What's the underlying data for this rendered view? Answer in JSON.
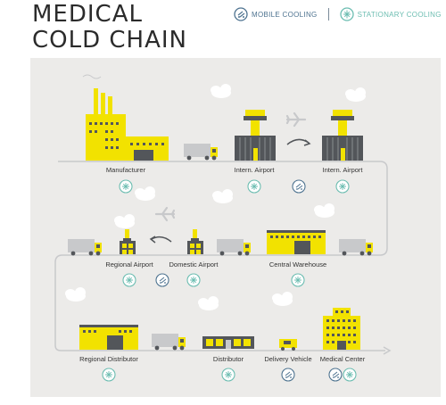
{
  "title": {
    "line1": "MEDICAL",
    "line2": "COLD CHAIN"
  },
  "legend": {
    "mobile": {
      "label": "MOBILE COOLING",
      "icon": "mobile-cooling-icon"
    },
    "stationary": {
      "label": "STATIONARY COOLING",
      "icon": "stationary-cooling-icon"
    }
  },
  "colors": {
    "mobile": "#4e7390",
    "stationary": "#6cbdb1",
    "yellow": "#f2e200",
    "dark": "#53565a",
    "light_grey": "#c8c9cb",
    "panel": "#ecebe9",
    "path": "#c8c9cb"
  },
  "stations": [
    {
      "label": "Manufacturer",
      "cooling": [
        "stationary"
      ]
    },
    {
      "label": "Intern. Airport",
      "cooling": [
        "stationary"
      ]
    },
    {
      "label": "Intern. Airport",
      "cooling": [
        "stationary"
      ]
    },
    {
      "label": "Regional Airport",
      "cooling": [
        "stationary"
      ]
    },
    {
      "label": "Domestic Airport",
      "cooling": [
        "stationary"
      ]
    },
    {
      "label": "Central Warehouse",
      "cooling": [
        "stationary"
      ]
    },
    {
      "label": "Regional Distributor",
      "cooling": [
        "stationary"
      ]
    },
    {
      "label": "Distributor",
      "cooling": [
        "stationary"
      ]
    },
    {
      "label": "Delivery Vehicle",
      "cooling": [
        "mobile"
      ]
    },
    {
      "label": "Medical Center",
      "cooling": [
        "mobile",
        "stationary"
      ]
    }
  ],
  "transit_cooling": [
    "mobile",
    "mobile",
    "mobile"
  ]
}
